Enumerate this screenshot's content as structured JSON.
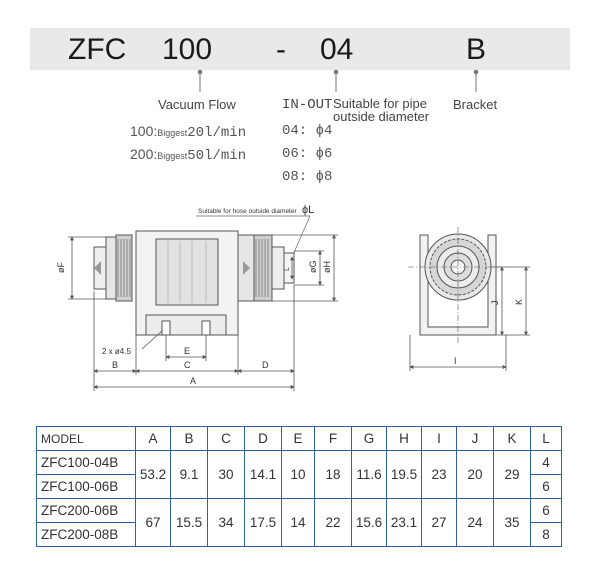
{
  "code": {
    "series": "ZFC",
    "flow": "100",
    "dash": "-",
    "size": "04",
    "bracket": "B"
  },
  "flow_section": {
    "title": "Vacuum Flow",
    "options": [
      {
        "code": "100:",
        "small": "Biggest",
        "value": "20l/min"
      },
      {
        "code": "200:",
        "small": "Biggest",
        "value": "50l/min"
      }
    ]
  },
  "pipe_section": {
    "title": "IN-OUT",
    "desc_line1": "Suitable for pipe",
    "desc_line2": "outside diameter",
    "options": [
      {
        "code": "04:",
        "value": "ϕ4"
      },
      {
        "code": "06:",
        "value": "ϕ6"
      },
      {
        "code": "08:",
        "value": "ϕ8"
      }
    ]
  },
  "bracket_section": {
    "title": "Bracket"
  },
  "drawing": {
    "hose_note": "Suitable for hose outside diameter",
    "phi_l": "ϕL",
    "hole_note": "2 x ø4.5",
    "dims": {
      "A": "A",
      "B": "B",
      "C": "C",
      "D": "D",
      "E": "E",
      "F": "øF",
      "G": "øG",
      "H": "øH",
      "L": "L",
      "I": "I",
      "J": "J",
      "K": "K"
    }
  },
  "table": {
    "headers": [
      "MODEL",
      "A",
      "B",
      "C",
      "D",
      "E",
      "F",
      "G",
      "H",
      "I",
      "J",
      "K",
      "L"
    ],
    "models": [
      "ZFC100-04B",
      "ZFC100-06B",
      "ZFC200-06B",
      "ZFC200-08B"
    ],
    "group1": [
      "53.2",
      "9.1",
      "30",
      "14.1",
      "10",
      "18",
      "11.6",
      "19.5",
      "23",
      "20",
      "29"
    ],
    "group2": [
      "67",
      "15.5",
      "34",
      "17.5",
      "14",
      "22",
      "15.6",
      "23.1",
      "27",
      "24",
      "35"
    ],
    "l_values": [
      "4",
      "6",
      "6",
      "8"
    ]
  }
}
